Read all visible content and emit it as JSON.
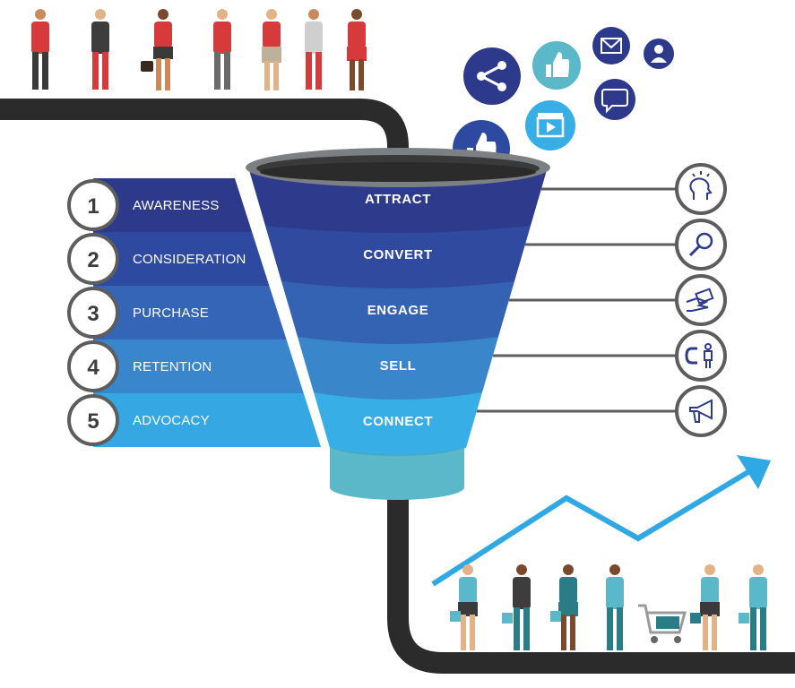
{
  "stages": [
    {
      "number": "1",
      "label": "AWARENESS",
      "color": "#2d3a8c"
    },
    {
      "number": "2",
      "label": "CONSIDERATION",
      "color": "#2e4aa0"
    },
    {
      "number": "3",
      "label": "PURCHASE",
      "color": "#3465b6"
    },
    {
      "number": "4",
      "label": "RETENTION",
      "color": "#3a86cc"
    },
    {
      "number": "5",
      "label": "ADVOCACY",
      "color": "#35a7e3"
    }
  ],
  "funnel": [
    {
      "label": "ATTRACT",
      "color": "#2e3a8c",
      "icon": "idea-head-icon"
    },
    {
      "label": "CONVERT",
      "color": "#2f4a9e",
      "icon": "magnifier-icon"
    },
    {
      "label": "ENGAGE",
      "color": "#3463b4",
      "icon": "card-payment-icon"
    },
    {
      "label": "SELL",
      "color": "#3a86ca",
      "icon": "magnet-person-icon"
    },
    {
      "label": "CONNECT",
      "color": "#37aee6",
      "icon": "megaphone-icon"
    }
  ],
  "social_icons": [
    "share-icon",
    "like-icon",
    "mail-icon",
    "user-icon",
    "chat-icon",
    "video-icon",
    "thumbs-up-icon"
  ],
  "colors": {
    "road": "#2b2b2b",
    "funnel_rim": "#7d8083",
    "funnel_spout": "#5ab8c9",
    "growth_arrow": "#2fa8e4",
    "badge_ring": "#5d5d5d"
  }
}
